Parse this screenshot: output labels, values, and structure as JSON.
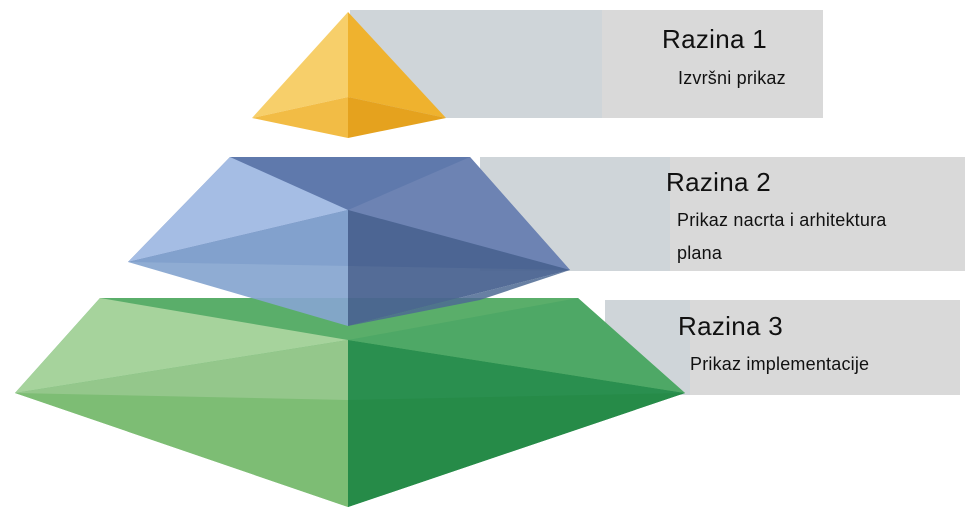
{
  "levels": [
    {
      "title": "Razina 1",
      "description": "Izvršni prikaz",
      "color": "#f0b535"
    },
    {
      "title": "Razina 2",
      "description_line1": "Prikaz nacrta i arhitektura",
      "description_line2": "plana",
      "color": "#6f86b8"
    },
    {
      "title": "Razina 3",
      "description": "Prikaz implementacije",
      "color": "#2e9a55"
    }
  ],
  "colors": {
    "banner_light": "#cfd5d9",
    "banner_dark": "#d8d8d8",
    "background": "#ffffff"
  }
}
